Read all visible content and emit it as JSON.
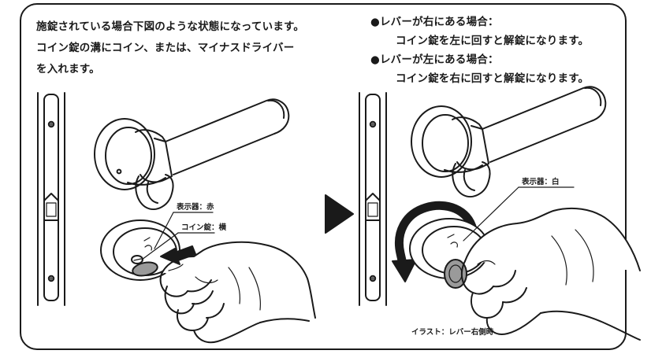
{
  "left_text": {
    "line1": "施錠されている場合下図のような状態になっています。",
    "line2": "コイン錠の溝にコイン、または、マイナスドライバー",
    "line3": "を入れます。"
  },
  "right_text": {
    "case1_title": "●レバーが右にある場合：",
    "case1_body": "コイン錠を左に回すと解錠になります。",
    "case2_title": "●レバーが左にある場合：",
    "case2_body": "コイン錠を右に回すと解錠になります。"
  },
  "left_labels": {
    "indicator": "表示器：赤",
    "coin_lock": "コイン錠：横"
  },
  "right_labels": {
    "indicator": "表示器：白"
  },
  "caption": "イラスト：レバー右側時",
  "icons": {
    "next_arrow": "play-triangle-icon",
    "rotate_arrow": "rotate-left-arrow-icon",
    "insert_arrow": "insert-arrow-icon"
  },
  "colors": {
    "ink": "#1a1a1a",
    "coin": "#9a9a9a"
  }
}
